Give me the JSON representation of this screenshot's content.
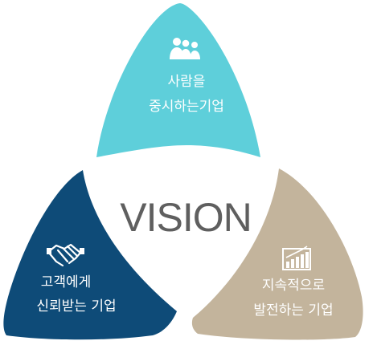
{
  "center": {
    "title": "VISION"
  },
  "petals": [
    {
      "key": "top",
      "line1": "사람을",
      "line2": "중시하는기업",
      "icon": "people-icon",
      "color": "#5ecfda"
    },
    {
      "key": "left",
      "line1": "고객에게",
      "line2": "신뢰받는 기업",
      "icon": "handshake-icon",
      "color": "#0e4b78"
    },
    {
      "key": "right",
      "line1": "지속적으로",
      "line2": "발전하는 기업",
      "icon": "chart-icon",
      "color": "#c3b49c"
    }
  ]
}
